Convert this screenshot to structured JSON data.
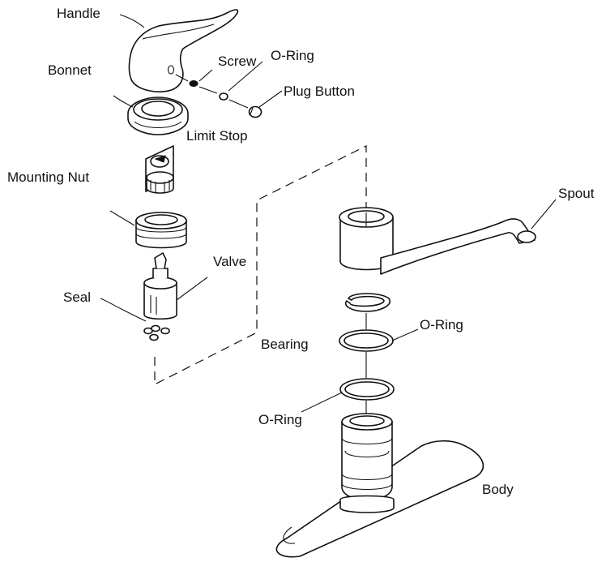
{
  "labels": {
    "handle": "Handle",
    "bonnet": "Bonnet",
    "screw": "Screw",
    "oring_top": "O-Ring",
    "plug_button": "Plug Button",
    "limit_stop": "Limit Stop",
    "mounting_nut": "Mounting Nut",
    "valve": "Valve",
    "seal": "Seal",
    "spout": "Spout",
    "bearing": "Bearing",
    "oring_mid": "O-Ring",
    "oring_low": "O-Ring",
    "body": "Body"
  }
}
